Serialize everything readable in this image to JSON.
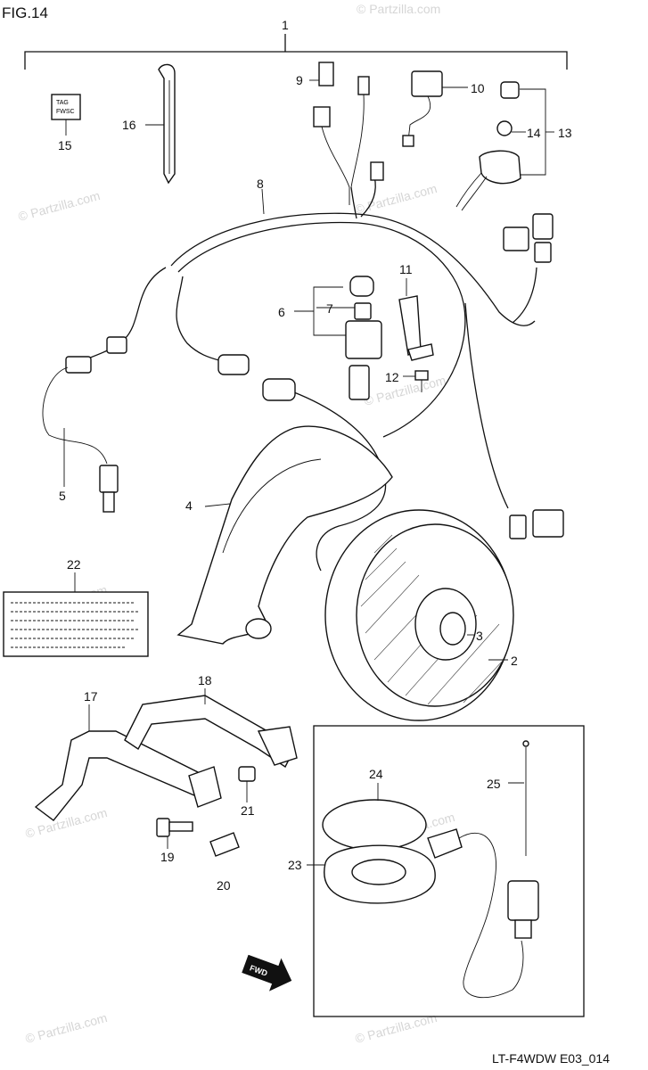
{
  "figure_label": "FIG.14",
  "drawing_code": "LT-F4WDW E03_014",
  "watermark_text": "© Partzilla.com",
  "fwd_label": "FWD",
  "tag_text": [
    "TAG",
    "FWSC"
  ],
  "callouts": {
    "c1": "1",
    "c2": "2",
    "c3": "3",
    "c4": "4",
    "c5": "5",
    "c6": "6",
    "c7": "7",
    "c8": "8",
    "c9": "9",
    "c10": "10",
    "c11": "11",
    "c12": "12",
    "c13": "13",
    "c14": "14",
    "c15": "15",
    "c16": "16",
    "c17": "17",
    "c18": "18",
    "c19": "19",
    "c20": "20",
    "c21": "21",
    "c22": "22",
    "c23": "23",
    "c24": "24",
    "c25": "25"
  }
}
